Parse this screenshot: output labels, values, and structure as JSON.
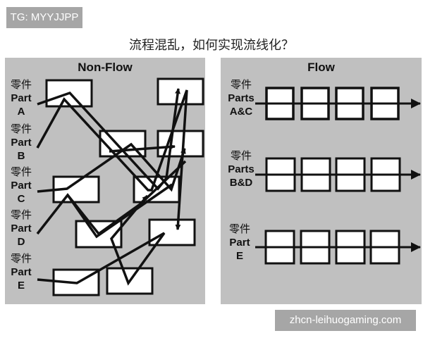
{
  "tag": "TG: MYYJJPP",
  "title": "流程混乱，如何实现流线化？",
  "watermark": "zhcn-leihuogaming.com",
  "colors": {
    "panel_bg": "#c0c0c0",
    "badge_bg": "#a6a6a6",
    "line": "#111111",
    "box_fill": "#ffffff"
  },
  "non_flow": {
    "title": "Non-Flow",
    "parts": [
      {
        "cn": "零件",
        "en": "Part",
        "id": "A"
      },
      {
        "cn": "零件",
        "en": "Part",
        "id": "B"
      },
      {
        "cn": "零件",
        "en": "Part",
        "id": "C"
      },
      {
        "cn": "零件",
        "en": "Part",
        "id": "D"
      },
      {
        "cn": "零件",
        "en": "Part",
        "id": "E"
      }
    ],
    "station_count": 10
  },
  "flow": {
    "title": "Flow",
    "lines": [
      {
        "cn": "零件",
        "en": "Parts",
        "id": "A&C",
        "stations": 4
      },
      {
        "cn": "零件",
        "en": "Parts",
        "id": "B&D",
        "stations": 4
      },
      {
        "cn": "零件",
        "en": "Part",
        "id": "E",
        "stations": 4
      }
    ]
  }
}
